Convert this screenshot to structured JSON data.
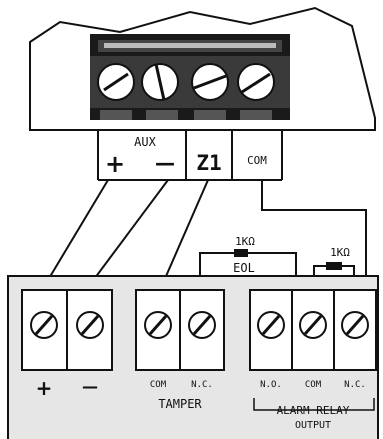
{
  "upper_block": {
    "aux_label": "AUX",
    "aux_plus": "+",
    "aux_minus": "—",
    "zone_label": "Z1",
    "com_label": "COM"
  },
  "lower_block": {
    "plus": "+",
    "minus": "—",
    "tamper_com": "COM",
    "tamper_nc": "N.C.",
    "tamper_label": "TAMPER",
    "relay_no": "N.O.",
    "relay_com": "COM",
    "relay_nc": "N.C.",
    "relay_title": "ALARM RELAY",
    "relay_output": "OUTPUT"
  },
  "resistors": {
    "eol_value": "1KΩ",
    "eol_label": "EOL",
    "relay_value": "1KΩ"
  },
  "colors": {
    "line": "#111111",
    "housing_fill": "#ffffff",
    "panel_fill": "#e6e6e6",
    "terminal_dark": "#1a1a1a",
    "terminal_mid": "#5a5a5a"
  }
}
